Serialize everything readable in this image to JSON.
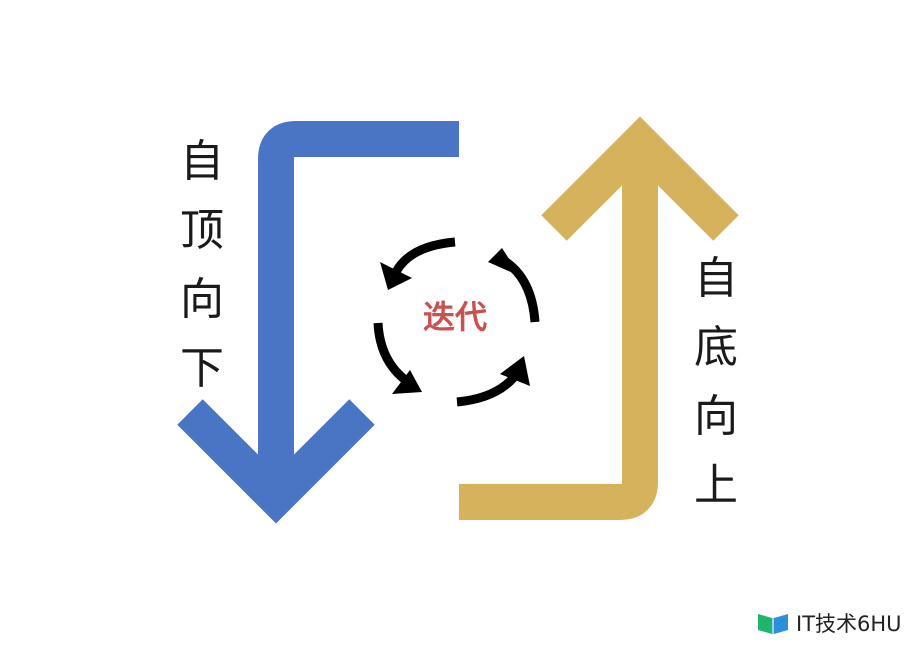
{
  "diagram": {
    "left_label": [
      "自",
      "顶",
      "向",
      "下"
    ],
    "right_label": [
      "自",
      "底",
      "向",
      "上"
    ],
    "center_label": "迭代",
    "colors": {
      "left_arrow": "#4a74c4",
      "right_arrow": "#d6b25d",
      "cycle_arrows": "#000000",
      "center_text": "#c9514f"
    }
  },
  "watermark": {
    "text": "IT技术6HU",
    "logo_icon": "book-logo-icon"
  }
}
